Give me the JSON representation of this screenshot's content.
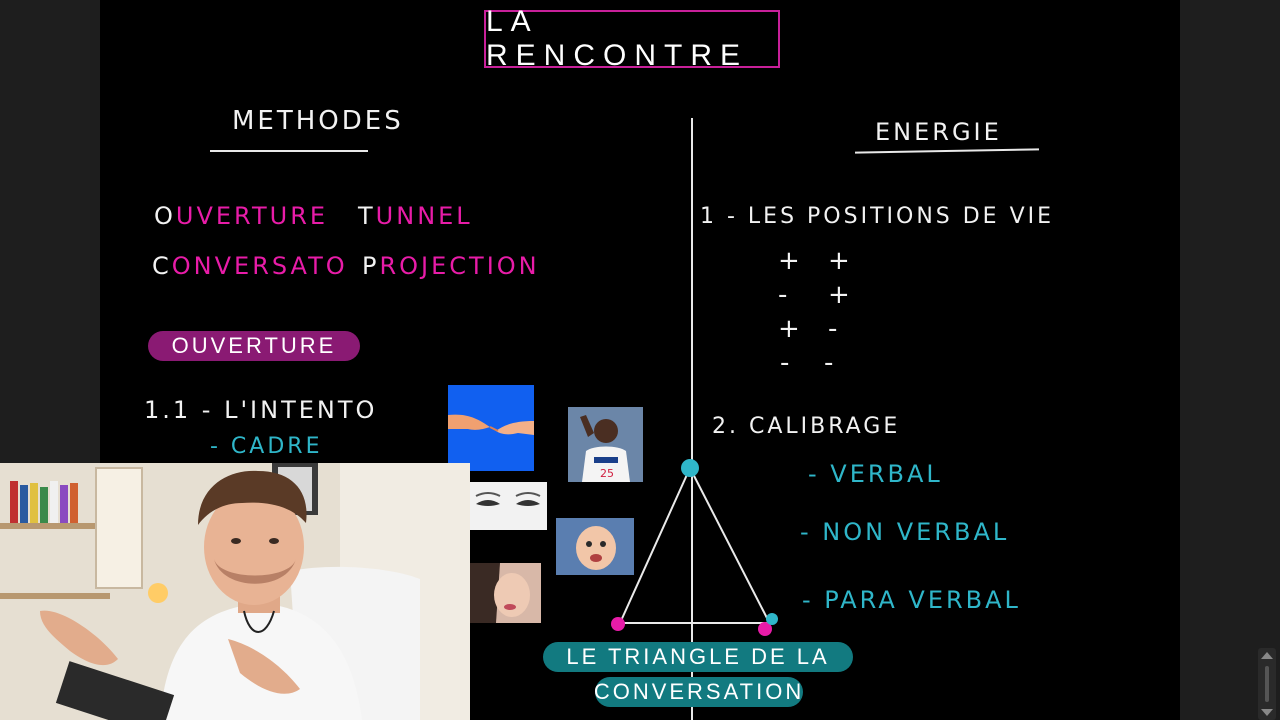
{
  "board": {
    "title": "LA RENCONTRE",
    "left_heading": "METHODES",
    "right_heading": "ENERGIE",
    "methods": [
      {
        "first": "O",
        "rest": "UVERTURE"
      },
      {
        "first": "T",
        "rest": "UNNEL"
      },
      {
        "first": "C",
        "rest": "ONVERSATO"
      },
      {
        "first": "P",
        "rest": "ROJECTION"
      }
    ],
    "ouverture_pill": "OUVERTURE",
    "item_1": "1.1 - L'INTENTO",
    "item_1_sub": "- CADRE",
    "positions_title": "1 - LES POSITIONS DE VIE",
    "positions": [
      [
        "+",
        "+"
      ],
      [
        "-",
        "+"
      ],
      [
        "+",
        "-"
      ],
      [
        "-",
        "-"
      ]
    ],
    "calibrage_title": "2. CALIBRAGE",
    "calibrage_items": [
      "- VERBAL",
      "- NON VERBAL",
      "- PARA VERBAL"
    ],
    "triangle_label_line1": "LE TRIANGLE DE LA",
    "triangle_label_line2": "CONVERSATION",
    "colors": {
      "pink": "#e81ca8",
      "cyan": "#2fb6c9",
      "teal_pill": "#127a80",
      "magenta_pill": "#8a1a73"
    }
  }
}
